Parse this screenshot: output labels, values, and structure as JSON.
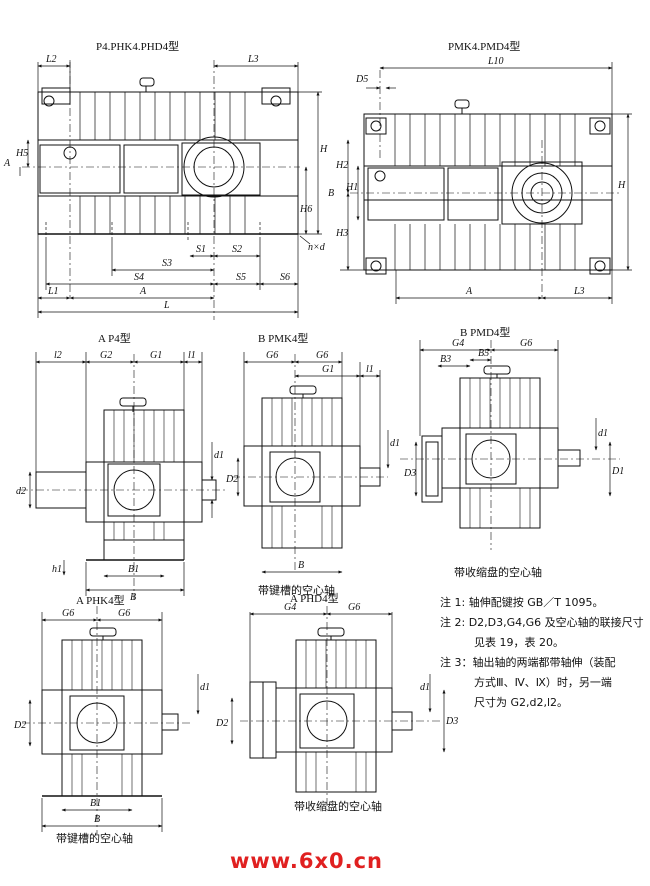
{
  "titles": {
    "main_left": "P4.PHK4.PHD4型",
    "main_right": "PMK4.PMD4型",
    "view_a_p4": "A  P4型",
    "view_b_pmk4": "B  PMK4型",
    "view_b_pmd4": "B  PMD4型",
    "view_a_phk4": "A  PHK4型",
    "view_a_phd4": "A  PHD4型"
  },
  "captions": {
    "keyed_hollow_pmk4": "带键槽的空心轴",
    "shrink_disc_pmd4": "带收缩盘的空心轴",
    "shrink_disc_phd4": "带收缩盘的空心轴",
    "keyed_hollow_phk4": "带键槽的空心轴"
  },
  "dims": {
    "main_left": [
      "L2",
      "L3",
      "A",
      "H5",
      "H",
      "H6",
      "S1",
      "S2",
      "S3",
      "S4",
      "S5",
      "S6",
      "L1",
      "A",
      "L",
      "n×d"
    ],
    "main_right": [
      "D5",
      "L10",
      "H2",
      "H1",
      "B",
      "H3",
      "H",
      "A",
      "L3"
    ],
    "view_p4": [
      "l2",
      "G2",
      "G1",
      "l1",
      "d1",
      "d2",
      "h1",
      "B1",
      "B"
    ],
    "view_pmk4": [
      "G6",
      "G6",
      "G1",
      "l1",
      "d1",
      "D2",
      "B"
    ],
    "view_pmd4": [
      "G4",
      "G6",
      "B3",
      "B5",
      "d1",
      "D3",
      "D1"
    ],
    "view_phk4": [
      "G6",
      "G6",
      "d1",
      "D2",
      "B1",
      "B"
    ],
    "view_phd4": [
      "G4",
      "G6",
      "d1",
      "D3",
      "D2"
    ]
  },
  "notes": [
    "注 1: 轴伸配键按 GB／T 1095。",
    "注 2: D2,D3,G4,G6 及空心轴的联接尺寸",
    "见表 19，表 20。",
    "注 3：轴出轴的两端都带轴伸（装配",
    "方式Ⅲ、Ⅳ、Ⅸ）时，另一端",
    "尺寸为 G2,d2,l2。"
  ],
  "watermark": {
    "text": "www.6x0.cn",
    "color": "#e02020"
  }
}
